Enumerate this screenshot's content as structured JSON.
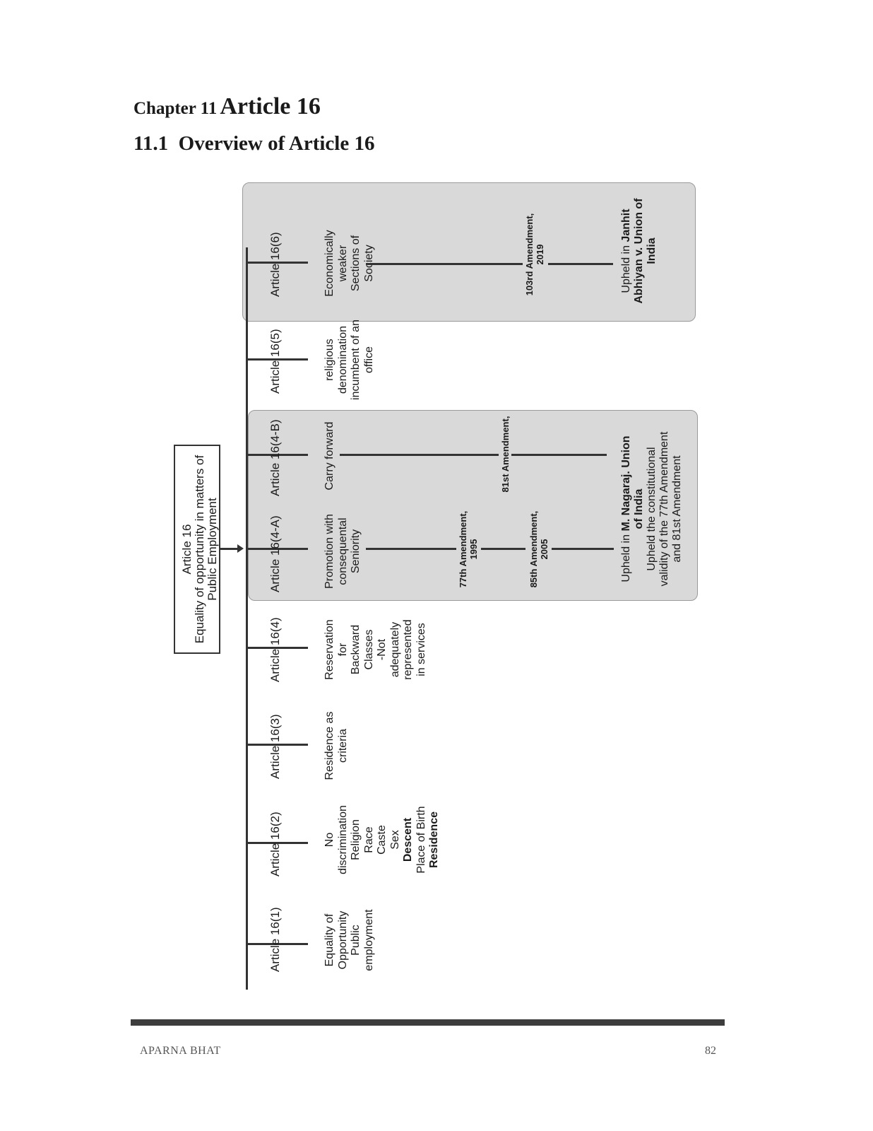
{
  "heading": {
    "chapter_label": "Chapter 11",
    "chapter_title": "Article 16",
    "section_number": "11.1",
    "section_title": "Overview of Article 16"
  },
  "diagram": {
    "root": {
      "title": "Article 16",
      "subtitle_line1": "Equality of opportunity in matters of",
      "subtitle_line2": "Public Employment"
    },
    "clauses": [
      {
        "label": "Article 16(1)",
        "desc": [
          "Equality of",
          "Opportunity",
          "Public",
          "employment"
        ]
      },
      {
        "label": "Article 16(2)",
        "desc": [
          "No",
          "discrimination",
          "Religion",
          "Race",
          "Caste",
          "Sex",
          "Descent",
          "Place of Birth",
          "Residence"
        ]
      },
      {
        "label": "Article 16(3)",
        "desc": [
          "Residence as",
          "criteria"
        ]
      },
      {
        "label": "Article 16(4)",
        "desc": [
          "Reservation",
          "for",
          "Backward",
          "Classes",
          "-Not",
          "adequately",
          "represented",
          "in services"
        ]
      },
      {
        "label": "Article 16(4-A)",
        "desc": [
          "Promotion with",
          "consequental",
          "Seniority"
        ]
      },
      {
        "label": "Article 16(4-B)",
        "desc": [
          "Carry forward"
        ]
      },
      {
        "label": "Article 16(5)",
        "desc": [
          "religious",
          "denomination",
          "incumbent of an",
          "office"
        ]
      },
      {
        "label": "Article 16(6)",
        "desc": [
          "Economically",
          "weaker",
          "Sections of",
          "Society"
        ]
      }
    ],
    "amendments": {
      "a77": [
        "77th Amendment,",
        "1995"
      ],
      "a85": [
        "85th Amendment,",
        "2005"
      ],
      "a81": [
        "81st Amendment,"
      ],
      "a103": [
        "103rd Amendment,",
        "2019"
      ]
    },
    "nagaraj": {
      "prefix": "Upheld in ",
      "case_line1": "M. Nagaraj. Union",
      "case_line2": "of India",
      "note_line1": "Upheld the constitutional",
      "note_line2": "validity of the 77th Amendment",
      "note_line3": "and 81st Amendment"
    },
    "janhit": {
      "prefix": "Upheld in ",
      "case_line1": "Janhit",
      "case_line2": "Abhiyan v. Union of",
      "case_line3": "India"
    }
  },
  "footer": {
    "author": "APARNA BHAT",
    "page_number": "82"
  }
}
